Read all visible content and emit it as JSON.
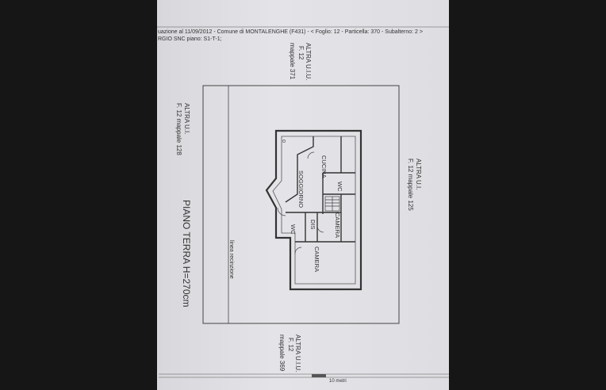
{
  "header": {
    "line1": "uazione al 11/09/2012 - Comune di MONTALENGHE (F431) - < Foglio: 12 - Particella: 370 - Subalterno: 2 >",
    "line2": "RGIO SNC piano: S1-T-1;"
  },
  "neighbors": {
    "top": [
      "ALTRA U.I.U.",
      "F. 12",
      "mappale 371"
    ],
    "left": [
      "ALTRA U.I.",
      "F. 12 mappale 128"
    ],
    "right": [
      "ALTRA U.I.",
      "F. 12 mappale 125"
    ],
    "bottom": [
      "ALTRA U.I.U.",
      "F. 12",
      "mappale 369"
    ]
  },
  "rooms": {
    "cucina": "CUCINA",
    "soggiorno": "SOGGIORNO",
    "wc1": "WC",
    "wc2": "WC",
    "dis": "DIS",
    "camera1": "CAMERA",
    "camera2": "CAMERA"
  },
  "labels": {
    "recinzione": "linea recinzione",
    "floor_title": "PIANO TERRA  H=270cm",
    "scale": "10 metri"
  },
  "colors": {
    "background": "#161616",
    "paper": "#e2e2e6",
    "ink": "#3a3a3a"
  }
}
